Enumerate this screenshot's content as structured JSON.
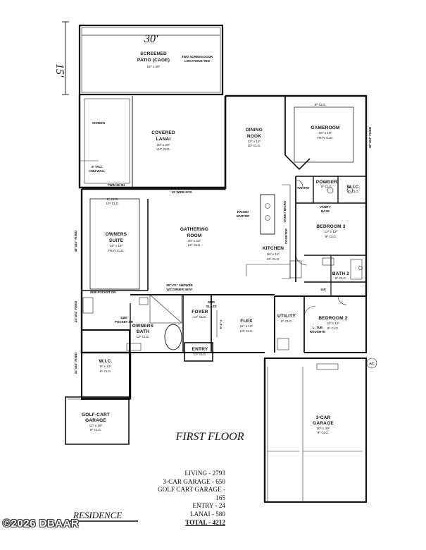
{
  "dimensions": {
    "width_label": "30'",
    "depth_label": "15'"
  },
  "rooms": {
    "screened_patio": {
      "name": [
        "SCREENED",
        "PATIO (CAGE)"
      ],
      "size": "16⁰ x 30⁰"
    },
    "screen_door_note": [
      "TWO SCREEN DOOR",
      "LOCATIONS TBD"
    ],
    "covered_lanai": {
      "name": [
        "COVERED",
        "LANAI"
      ],
      "size": "20⁰ x 20⁰",
      "ceiling": "VLT CLG."
    },
    "screen_label": "SCREEN",
    "tall_cmu": [
      "6' TALL",
      "CMU WALL"
    ],
    "twin_sh": "TWIN 26 SH",
    "wide_scd": "12' WIDE SCD",
    "dining_nook": {
      "name": [
        "DINING",
        "NOOK"
      ],
      "size": "12⁰ x 12⁰",
      "ceiling": "10⁰ CLG."
    },
    "gameroom": {
      "name": "GAMEROOM",
      "size": "16⁰ x 18⁰",
      "ceiling": "TRAY CLG.",
      "top_ceiling": "9⁰ CLG."
    },
    "pantry": "PANTRY",
    "powder": {
      "name": "POWDER",
      "ceiling": "9⁰ CLG."
    },
    "wic_right": {
      "name": "W.I.C.",
      "ceiling": "9⁰ CLG."
    },
    "vanity_base": [
      "VANITY",
      "BASE"
    ],
    "bedroom3": {
      "name": "BEDROOM 3",
      "size": "12⁰ x 12⁰",
      "ceiling": "9⁰ CLG."
    },
    "oven_micro": "OVEN / MICRO",
    "cooktop": "COOKTOP",
    "raised_bartop": [
      "RAISED",
      "BARTOP"
    ],
    "kitchen": {
      "name": "KITCHEN",
      "size": "16⁰ x 12⁰",
      "ceiling": "12⁰ CLG."
    },
    "bath2": {
      "name": "BATH 2",
      "ceiling": "9⁰ CLG."
    },
    "lin": "LIN",
    "gathering_room": {
      "name": [
        "GATHERING",
        "ROOM"
      ],
      "size": "20⁰ x 22⁰",
      "ceiling": "12⁰ CLG."
    },
    "owners_suite": {
      "name": [
        "OWNERS",
        "SUITE"
      ],
      "size": "14⁰ x 18⁰",
      "ceiling": "TRAY CLG.",
      "top_ceiling": "9⁰ CLG.",
      "top_ceiling2": "10⁰ CLG."
    },
    "pocket_dr": "2680 POCKET DR",
    "shower": [
      "60\"x70\" SHOWER",
      "W/CORNER SEAT"
    ],
    "pocket_dr2": [
      "2480",
      "POCKET DR"
    ],
    "owners_bath": {
      "name": [
        "OWNERS",
        "BATH"
      ],
      "ceiling": "12⁰ CLG."
    },
    "foyer": {
      "name": "FOYER",
      "ceiling": "12⁰ CLG."
    },
    "glass_door": [
      "2880",
      "GLASS"
    ],
    "flex": {
      "name": "FLEX",
      "size": "12⁰ x 12⁰",
      "ceiling": "10⁰ CLG."
    },
    "utility": {
      "name": "UTILITY",
      "ceiling": "9⁰ CLG."
    },
    "tub": [
      "L. TUB",
      "ROUGH-IN"
    ],
    "bedroom2": {
      "name": "BEDROOM 2",
      "size": "12⁰ x 12⁰",
      "ceiling": "9⁰ CLG."
    },
    "entry": {
      "name": "ENTRY",
      "ceiling": "12⁰ CLG."
    },
    "wic_left": {
      "name": "W.I.C.",
      "size": "9⁰ x 12⁰",
      "ceiling": "9⁰ CLG."
    },
    "golf_cart_garage": {
      "name": [
        "GOLF-CART",
        "GARAGE"
      ],
      "size": "12⁰ x 16⁰",
      "ceiling": "9⁰ CLG."
    },
    "car_garage": {
      "name": [
        "3-CAR",
        "GARAGE"
      ],
      "size": "30⁰ x 30⁰",
      "ceiling": "9⁰ CLG."
    },
    "window_fixed_right": "48\"x84\" FIXED",
    "window_fixed_left": "48\"x84\" FIXED",
    "window_fixed_left2": "24\"x84\" FIXED",
    "window_fixed_left3": "24\"x84\" FIXED",
    "flex_window": "6'-1\" x",
    "mech": "A/C"
  },
  "floor_label": "FIRST FLOOR",
  "residence_label": "RESIDENCE",
  "stats": [
    "LIVING - 2793",
    "3-CAR GARAGE - 650",
    "GOLF CART GARAGE - 165",
    "ENTRY - 24",
    "LANAI - 580"
  ],
  "stats_total": "TOTAL - 4212",
  "watermark": "©2026 DBAAR"
}
